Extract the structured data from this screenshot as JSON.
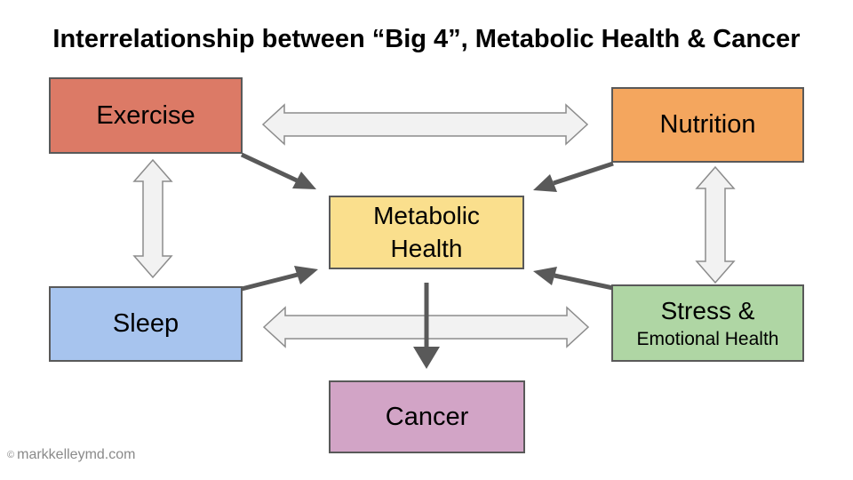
{
  "title": "Interrelationship between “Big 4”, Metabolic Health & Cancer",
  "nodes": {
    "exercise": {
      "label": "Exercise",
      "color": "#DC7A66"
    },
    "nutrition": {
      "label": "Nutrition",
      "color": "#F4A65E"
    },
    "metabolic": {
      "line1": "Metabolic",
      "line2": "Health",
      "color": "#FADF8D"
    },
    "sleep": {
      "label": "Sleep",
      "color": "#A7C4EE"
    },
    "stress": {
      "line1": "Stress &",
      "line2": "Emotional Health",
      "color": "#AFD6A4"
    },
    "cancer": {
      "label": "Cancer",
      "color": "#D2A4C6"
    }
  },
  "edges": [
    {
      "from": "Exercise",
      "to": "Nutrition",
      "type": "bidirectional"
    },
    {
      "from": "Exercise",
      "to": "Sleep",
      "type": "bidirectional"
    },
    {
      "from": "Nutrition",
      "to": "Stress & Emotional Health",
      "type": "bidirectional"
    },
    {
      "from": "Sleep",
      "to": "Stress & Emotional Health",
      "type": "bidirectional"
    },
    {
      "from": "Exercise",
      "to": "Metabolic Health",
      "type": "directed"
    },
    {
      "from": "Nutrition",
      "to": "Metabolic Health",
      "type": "directed"
    },
    {
      "from": "Sleep",
      "to": "Metabolic Health",
      "type": "directed"
    },
    {
      "from": "Stress & Emotional Health",
      "to": "Metabolic Health",
      "type": "directed"
    },
    {
      "from": "Metabolic Health",
      "to": "Cancer",
      "type": "directed"
    }
  ],
  "colors": {
    "background": "#FFFFFF",
    "title_text": "#000000",
    "node_border": "#595959",
    "node_text": "#000000",
    "double_arrow_fill": "#F2F2F2",
    "double_arrow_stroke": "#8C8C8C",
    "directed_arrow": "#595959",
    "watermark_text": "#8A8A8A"
  },
  "watermark": {
    "symbol": "©",
    "text": "markkelleymd.com"
  }
}
